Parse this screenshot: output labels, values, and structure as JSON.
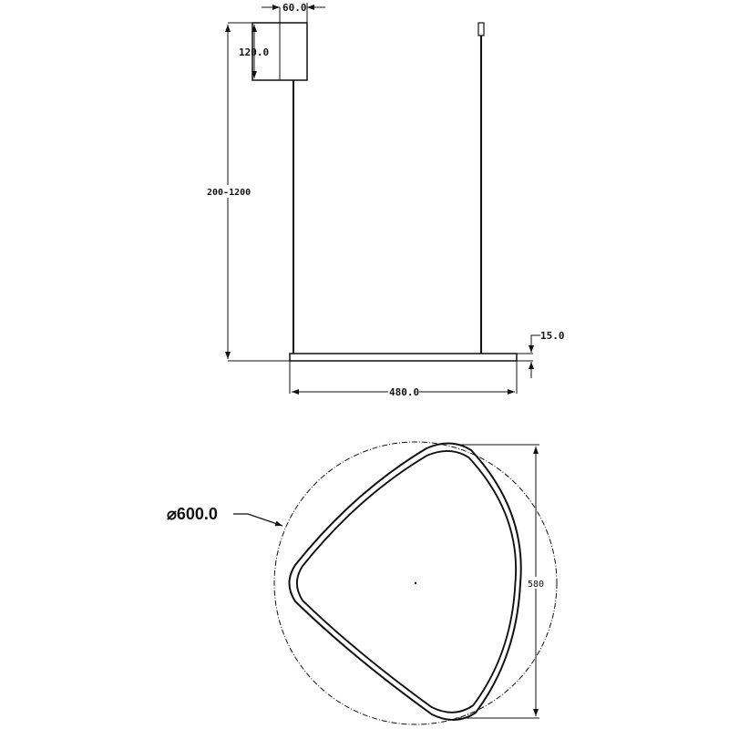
{
  "drawing": {
    "side_view": {
      "canopy_width": "60.0",
      "canopy_height": "120.0",
      "suspension_length": "200-1200",
      "ring_thickness": "15.0",
      "ring_width": "480.0"
    },
    "top_view": {
      "outer_diameter": "⌀600.0",
      "ring_depth": "580"
    },
    "colors": {
      "line": "#111111",
      "background": "#ffffff"
    }
  }
}
